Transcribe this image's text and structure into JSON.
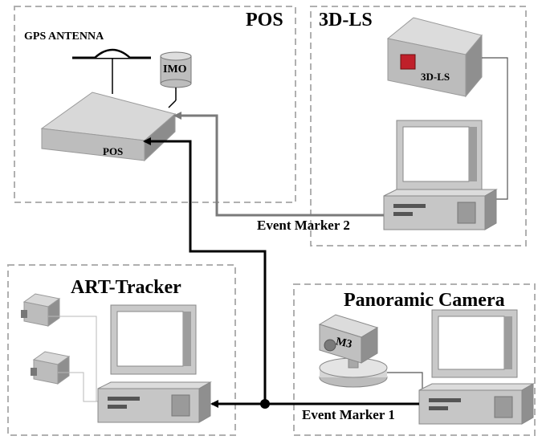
{
  "boxes": {
    "pos": {
      "title": "POS"
    },
    "ls3d": {
      "title": "3D-LS"
    },
    "art": {
      "title": "ART-Tracker"
    },
    "pano": {
      "title": "Panoramic Camera"
    }
  },
  "devices": {
    "gps_antenna": "GPS ANTENNA",
    "imo": "IMO",
    "pos_unit": "POS",
    "scanner": "3D-LS",
    "camera": "M3"
  },
  "signals": {
    "event_marker_1": "Event Marker 1",
    "event_marker_2": "Event Marker 2"
  },
  "colors": {
    "box_border": "#b0b0b0",
    "device_light": "#e2e2e2",
    "device_mid": "#c4c4c4",
    "device_dark": "#8c8c8c",
    "line_black": "#000000",
    "line_gray": "#7a7a7a",
    "scanner_led": "#c0202a"
  }
}
